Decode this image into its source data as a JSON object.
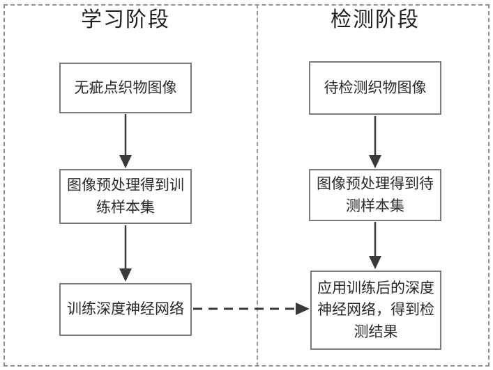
{
  "diagram": {
    "learning_phase": {
      "title": "学习阶段",
      "boxes": [
        {
          "label": "无疵点织物图像"
        },
        {
          "label": "图像预处理得到训\n练样本集"
        },
        {
          "label": "训练深度神经网络"
        }
      ]
    },
    "detection_phase": {
      "title": "检测阶段",
      "boxes": [
        {
          "label": "待检测织物图像"
        },
        {
          "label": "图像预处理得到待\n测样本集"
        },
        {
          "label": "应用训练后的深度\n神经网络，得到检\n测结果"
        }
      ]
    },
    "colors": {
      "arrow": "#3a3a3a",
      "box_border": "#7b7b7b",
      "outer_border": "#8e8e8e",
      "divider": "#989898",
      "text": "#2a2a2a",
      "background": "#ffffff"
    }
  }
}
